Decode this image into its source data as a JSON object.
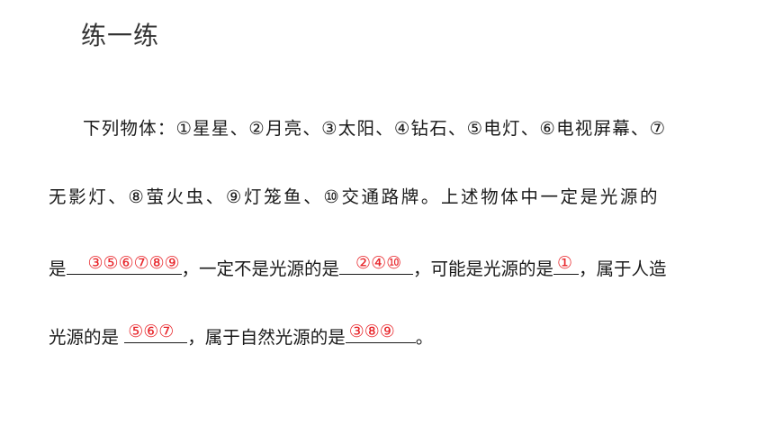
{
  "title": "练一练",
  "lines": {
    "line1": "下列物体：①星星、②月亮、③太阳、④钻石、⑤电灯、⑥电视屏幕、⑦",
    "line2": "无影灯、⑧萤火虫、⑨灯笼鱼、⑩交通路牌。上述物体中一定是光源的",
    "line3_a": "是",
    "line3_b": "，一定不是光源的是",
    "line3_c": "，可能是光源的是",
    "line3_d": "，属于人造",
    "line4_a": "光源的是 ",
    "line4_b": "，属于自然光源的是",
    "line4_c": "。"
  },
  "answers": {
    "definitely_light_source": "③⑤⑥⑦⑧⑨",
    "definitely_not_light_source": "②④⑩",
    "possibly_light_source": "①",
    "artificial_light_source": "⑤⑥⑦",
    "natural_light_source": "③⑧⑨"
  },
  "colors": {
    "answer": "#e8262b",
    "text": "#1a1a1a",
    "title": "#333333"
  }
}
